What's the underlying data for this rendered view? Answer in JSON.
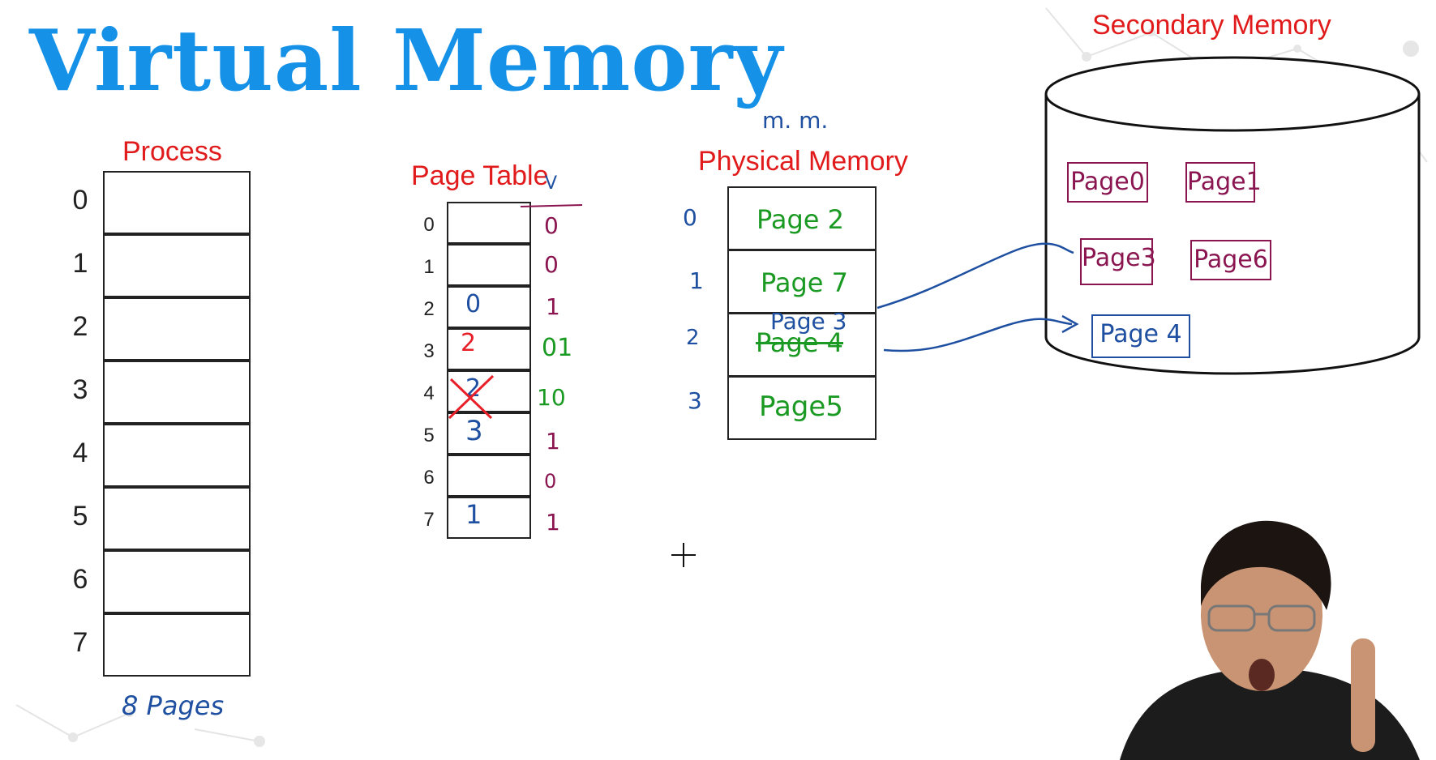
{
  "title": "Virtual Memory",
  "process": {
    "label": "Process",
    "rows": [
      "0",
      "1",
      "2",
      "3",
      "4",
      "5",
      "6",
      "7"
    ],
    "note": "8 Pages"
  },
  "page_table": {
    "label": "Page Table",
    "rows": [
      "0",
      "1",
      "2",
      "3",
      "4",
      "5",
      "6",
      "7"
    ],
    "frames": [
      "",
      "",
      "0",
      "2",
      "2",
      "3",
      "",
      "1"
    ],
    "valid_header": "V",
    "valid_bits": [
      "0",
      "0",
      "1",
      "01",
      "10",
      "1",
      "0",
      "1"
    ]
  },
  "physical_memory": {
    "annotation": "m. m.",
    "label": "Physical Memory",
    "frame_numbers": [
      "0",
      "1",
      "2",
      "3"
    ],
    "pages": [
      "Page 2",
      "Page 7",
      "Page 4",
      "Page5"
    ],
    "replacement": "Page 3"
  },
  "secondary_memory": {
    "label": "Secondary Memory",
    "pages": [
      "Page0",
      "Page1",
      "Page3",
      "Page6",
      "Page 4"
    ]
  },
  "colors": {
    "title": "#1592e8",
    "labels": "#e11b1b",
    "ink_blue": "#1e4fa0",
    "ink_green": "#1a9a22",
    "ink_maroon": "#8a1550",
    "ink_red": "#e8202a"
  }
}
